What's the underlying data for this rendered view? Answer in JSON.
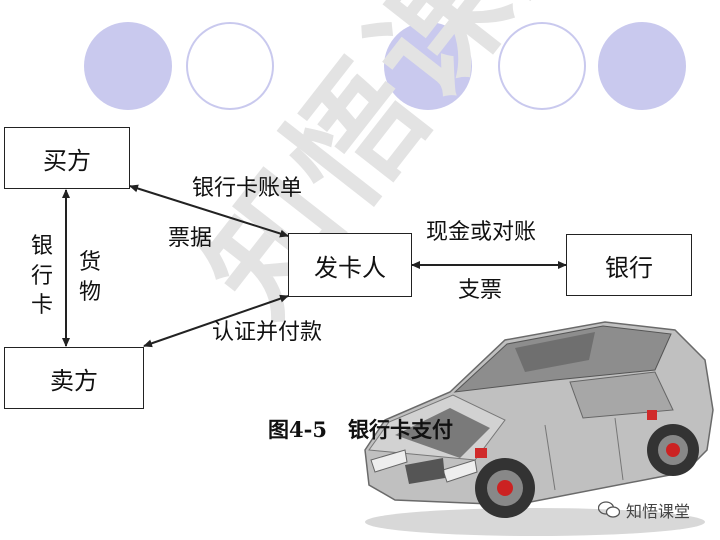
{
  "diagram": {
    "boxes": {
      "buyer": "买方",
      "seller": "卖方",
      "issuer": "发卡人",
      "bank": "银行"
    },
    "edges": {
      "statement": "银行卡账单",
      "receipt": "票据",
      "cash_or_reconcile": "现金或对账",
      "check": "支票",
      "auth_pay": "认证并付款",
      "bank_card": "银行卡",
      "goods": "货物"
    },
    "caption": "图4-5　银行卡支付"
  },
  "watermark": {
    "big_text": "知悟课堂",
    "logo_text": "知悟课堂"
  },
  "colors": {
    "circle_fill": "#c9c9ee",
    "line": "#222222",
    "car_body": "#b8b8b8",
    "watermark": "#e3e3e3"
  }
}
